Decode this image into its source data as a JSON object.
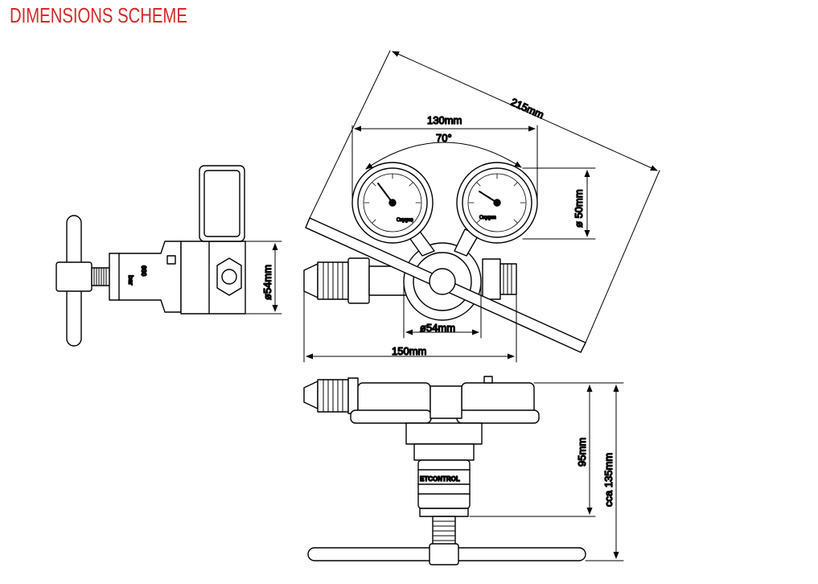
{
  "title": "DIMENSIONS SCHEME",
  "colors": {
    "title": "#d42a2a",
    "line": "#000000",
    "fill": "#ffffff"
  },
  "dimensions": {
    "length_215": "215mm",
    "width_130": "130mm",
    "angle_70": "70°",
    "gauge_diameter": "ø 50mm",
    "body_diameter_side": "ø54mm",
    "body_diameter_front": "ø54mm",
    "length_150": "150mm",
    "height_95": "95mm",
    "height_135": "cca 135mm"
  },
  "labels": {
    "brand_bottom": "ETCONTROL",
    "gauge_label": "Oxygen",
    "side_text_1": "600",
    "side_text_2": "bar"
  }
}
